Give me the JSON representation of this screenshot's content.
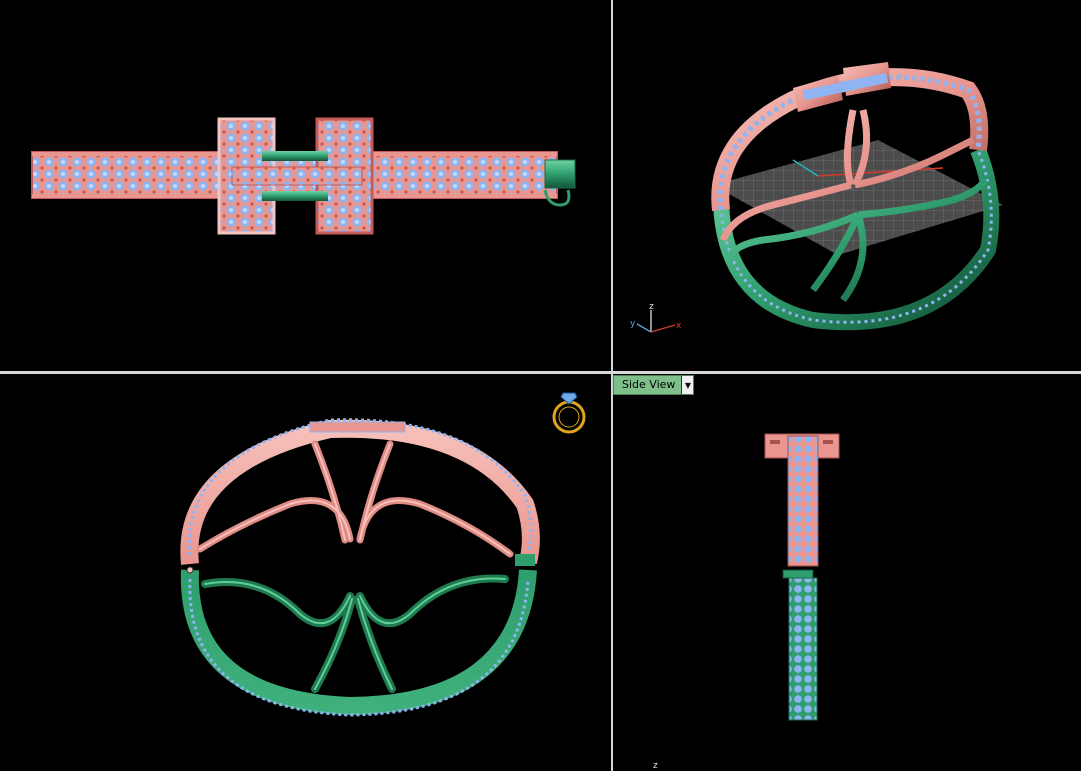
{
  "viewports": {
    "side": {
      "view_label": "Side View",
      "dropdown_icon": "chevron-down-icon"
    }
  },
  "axis_gizmo": {
    "x_label": "x",
    "y_label": "y",
    "z_label": "z",
    "x_color": "#d33a2c",
    "y_color": "#5aa3d6",
    "z_color": "#e0e0e0"
  },
  "icons": {
    "ring_icon": "ring-with-diamond-icon"
  },
  "colors": {
    "background": "#000000",
    "upper_part": "#e8968f",
    "lower_part": "#2f9e6e",
    "gems": "#8fb4f2",
    "divider": "#d8d8d8"
  }
}
